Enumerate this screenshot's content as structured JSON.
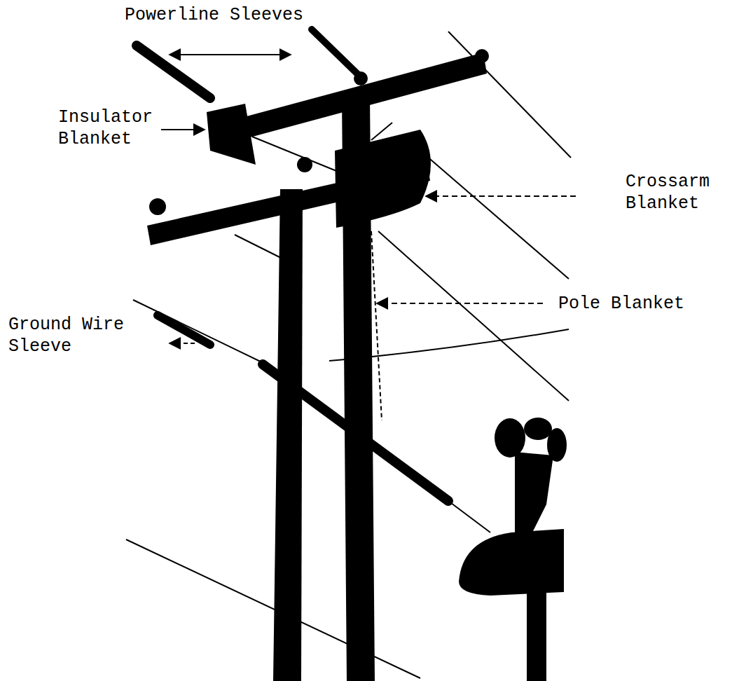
{
  "diagram": {
    "labels": [
      "Powerline Sleeves",
      "Insulator Blanket",
      "Crossarm Blanket",
      "Pole Blanket",
      "Ground Wire Sleeve"
    ]
  }
}
